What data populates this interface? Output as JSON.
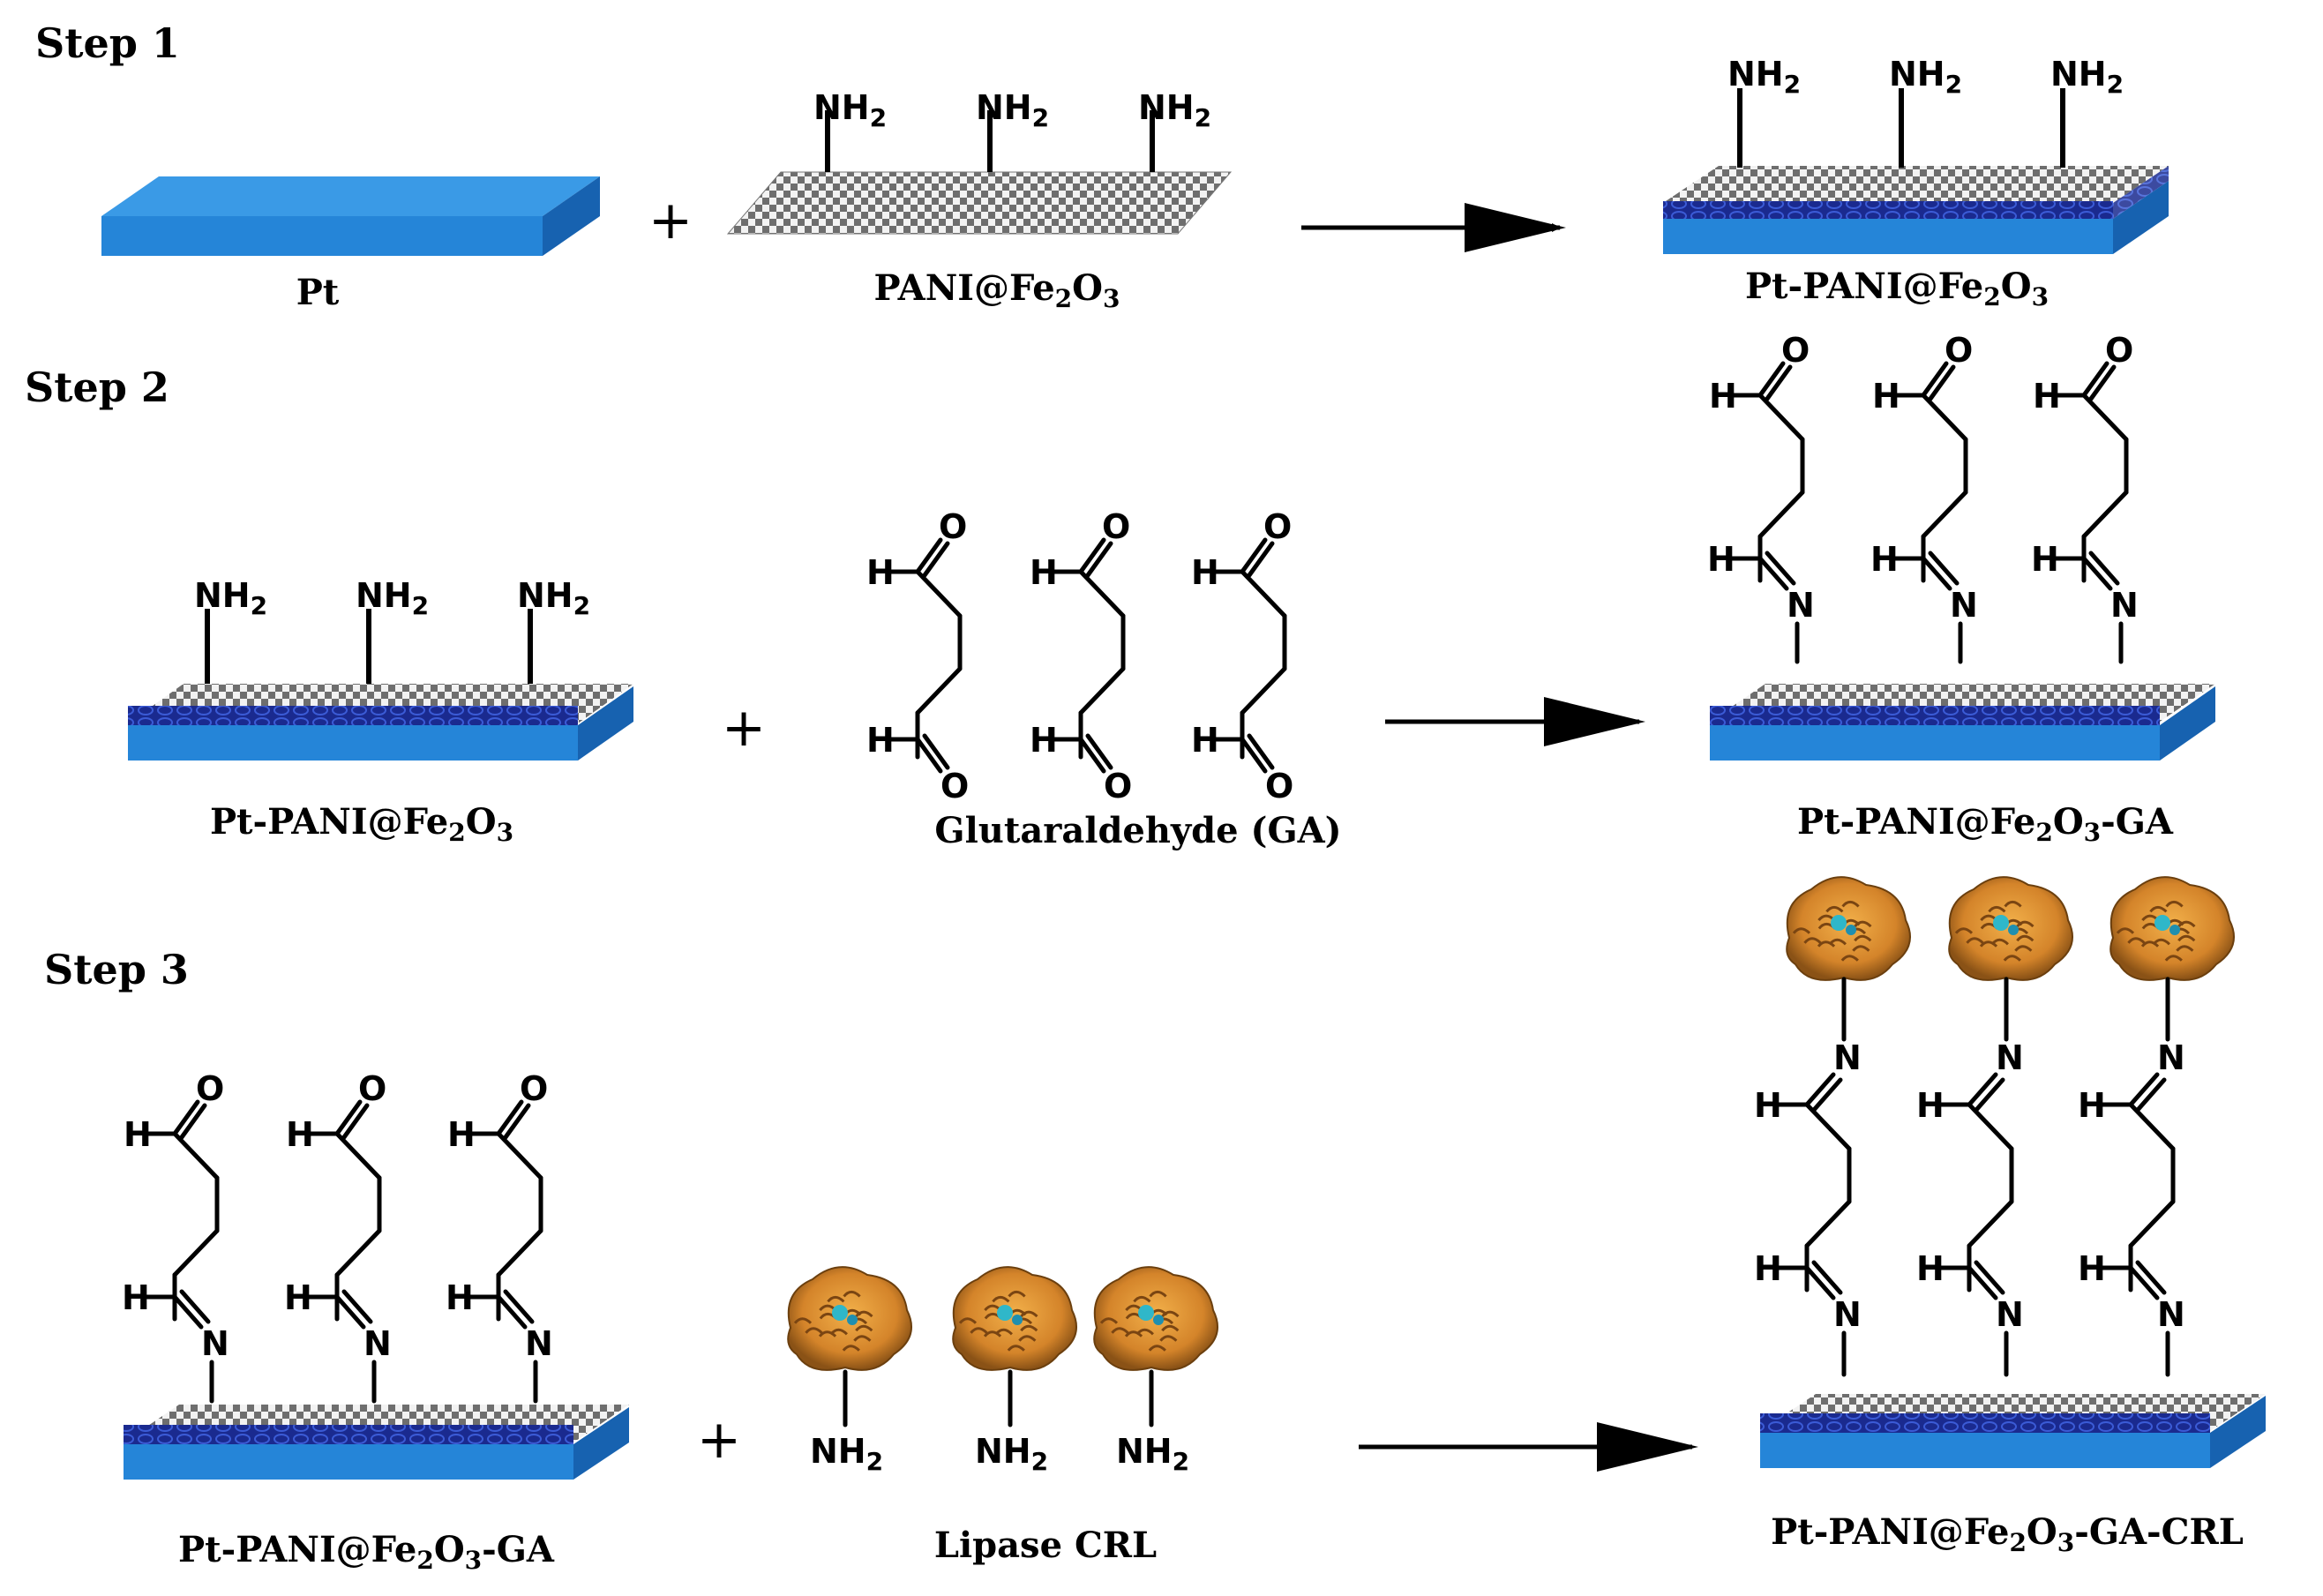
{
  "steps": {
    "s1": "Step 1",
    "s2": "Step 2",
    "s3": "Step 3"
  },
  "labels": {
    "pt": "Pt",
    "pani_a": "PANI@Fe",
    "pani_b": "O",
    "pt_pani_a": "Pt-PANI@Fe",
    "pt_pani_b": "O",
    "pt_pani_ga_a": "Pt-PANI@Fe",
    "pt_pani_ga_b": "O",
    "pt_pani_ga_c": "-GA",
    "glutaraldehyde": "Glutaraldehyde (GA)",
    "lipase": "Lipase CRL",
    "final_a": "Pt-PANI@Fe",
    "final_b": "O",
    "final_c": "-GA-CRL",
    "sub2": "2",
    "sub3": "3"
  },
  "operators": {
    "plus": "+"
  },
  "groups": {
    "nh2_a": "NH",
    "nh2_b": "2",
    "h": "H",
    "o": "O",
    "n": "N"
  },
  "colors": {
    "pt_top": "#2f8fdd",
    "pt_side": "#1d6fc0",
    "pt_front": "#1f7fd4",
    "pani_gray": "#8a8a8a",
    "pani_blue": "#1c2f9c",
    "enzyme_orange": "#d98a2b",
    "enzyme_dark": "#7a4a12",
    "enzyme_cyan": "#2fb7c9"
  }
}
